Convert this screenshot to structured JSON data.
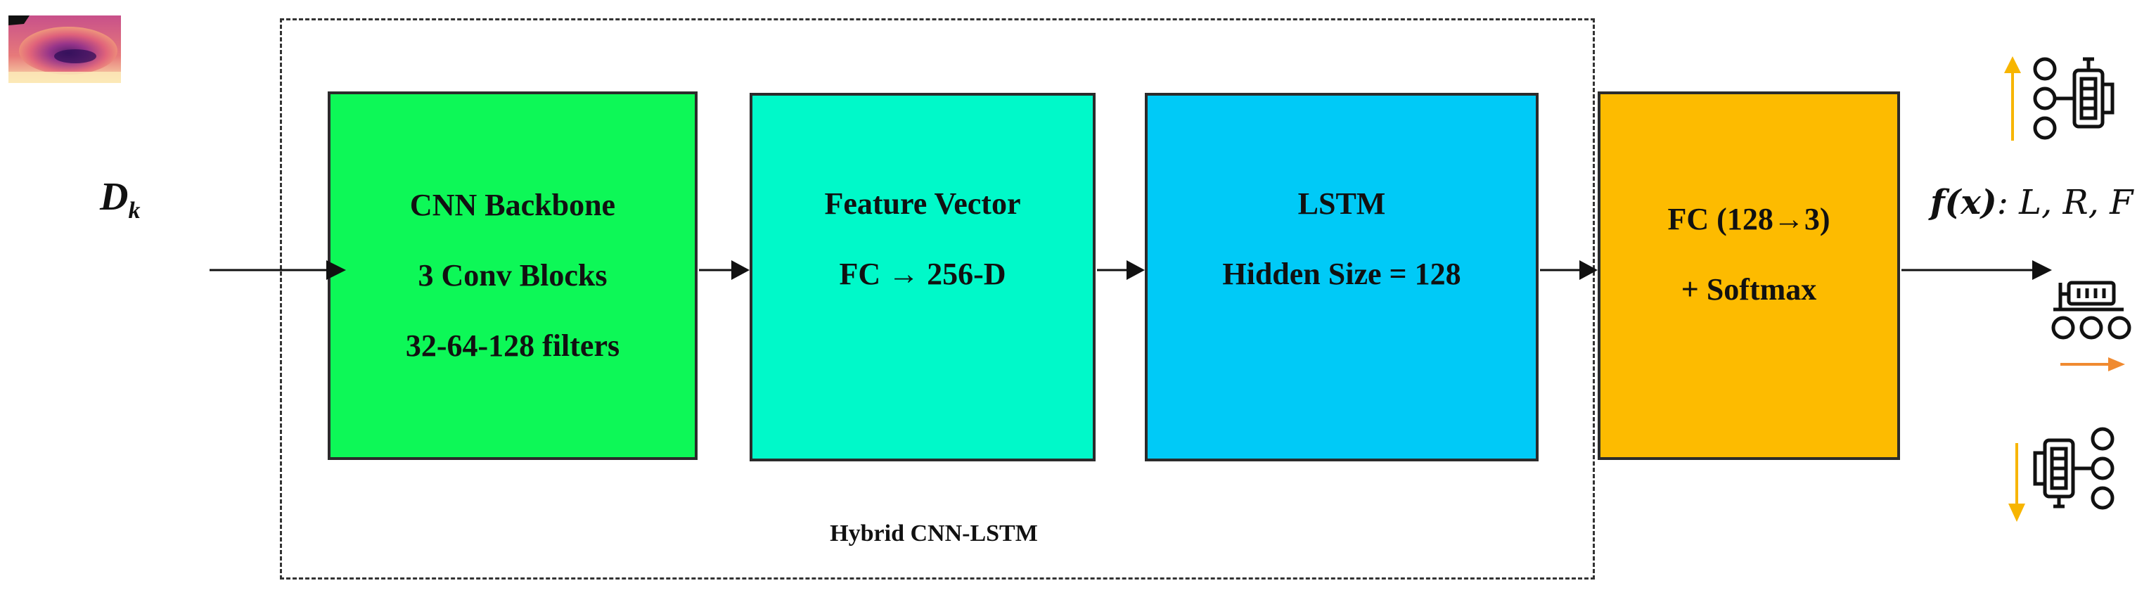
{
  "input": {
    "label_main": "D",
    "label_sub": "k"
  },
  "group": {
    "label": "Hybrid CNN-LSTM"
  },
  "blocks": [
    {
      "lines": [
        "CNN Backbone",
        "3 Conv Blocks",
        "32-64-128 filters"
      ],
      "color": "#0df857"
    },
    {
      "lines": [
        "Feature Vector",
        "FC → 256-D"
      ],
      "color": "#00f9c9"
    },
    {
      "lines": [
        "LSTM",
        "Hidden Size = 128"
      ],
      "color": "#00caf7"
    },
    {
      "lines": [
        "FC (128→3)",
        "+ Softmax"
      ],
      "color": "#fdbb00"
    }
  ],
  "output": {
    "function": "f(x)",
    "classes": ": L, R, F"
  },
  "icons": [
    {
      "name": "rover-left-icon",
      "arrow": "up",
      "arrow_color": "#f7b500"
    },
    {
      "name": "rover-forward-icon",
      "arrow": "right",
      "arrow_color": "#f08a30"
    },
    {
      "name": "rover-right-icon",
      "arrow": "down",
      "arrow_color": "#f7b500"
    }
  ]
}
